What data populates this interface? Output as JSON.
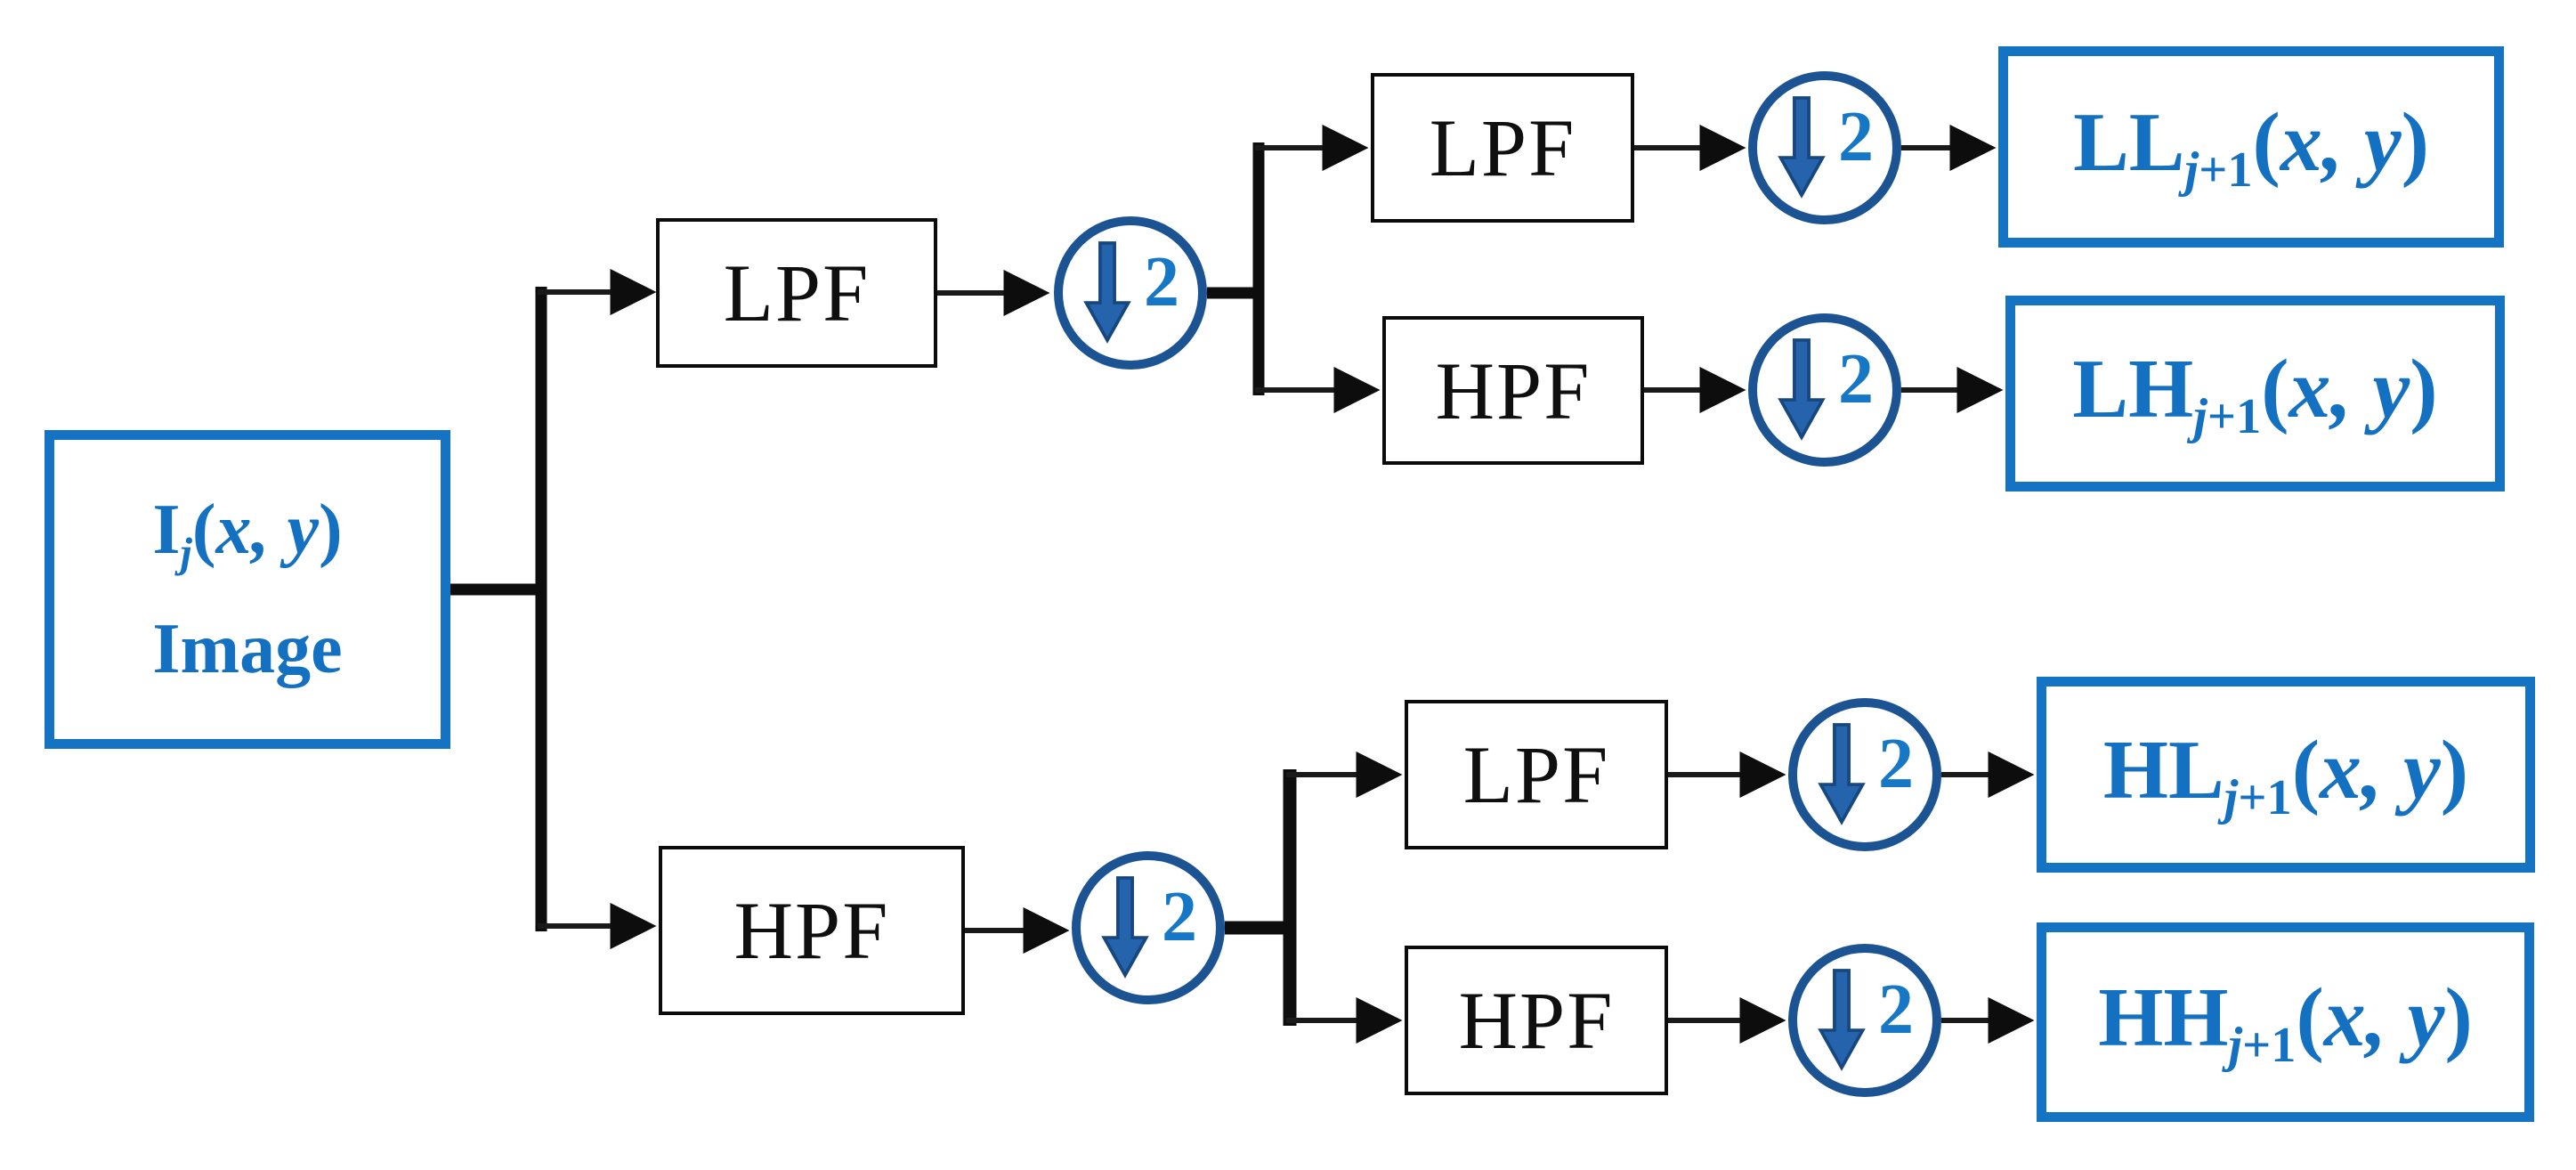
{
  "input_block": {
    "symbol_base": "I",
    "symbol_sub": "j",
    "args_open": "(",
    "args_vars": "x, y",
    "args_close": ")",
    "caption": "Image"
  },
  "filter_labels": {
    "lpf": "LPF",
    "hpf": "HPF"
  },
  "downsampler": {
    "factor": "2",
    "icon": "down-arrow-icon"
  },
  "outputs": [
    {
      "prefix": "LL",
      "sub_italic": "j",
      "sub_rest": "+1",
      "args_open": "(",
      "args_vars": "x, y",
      "args_close": ")"
    },
    {
      "prefix": "LH",
      "sub_italic": "j",
      "sub_rest": "+1",
      "args_open": "(",
      "args_vars": "x, y",
      "args_close": ")"
    },
    {
      "prefix": "HL",
      "sub_italic": "j",
      "sub_rest": "+1",
      "args_open": "(",
      "args_vars": "x, y",
      "args_close": ")"
    },
    {
      "prefix": "HH",
      "sub_italic": "j",
      "sub_rest": "+1",
      "args_open": "(",
      "args_vars": "x, y",
      "args_close": ")"
    }
  ],
  "colors": {
    "accent_blue": "#1473C3",
    "text_blue": "#1470C0",
    "circle_ring_blue": "#1C5392",
    "arrow_fill_blue": "#2563AC",
    "numeral_blue": "#1577C6",
    "wire_black": "#0d0d0d"
  }
}
